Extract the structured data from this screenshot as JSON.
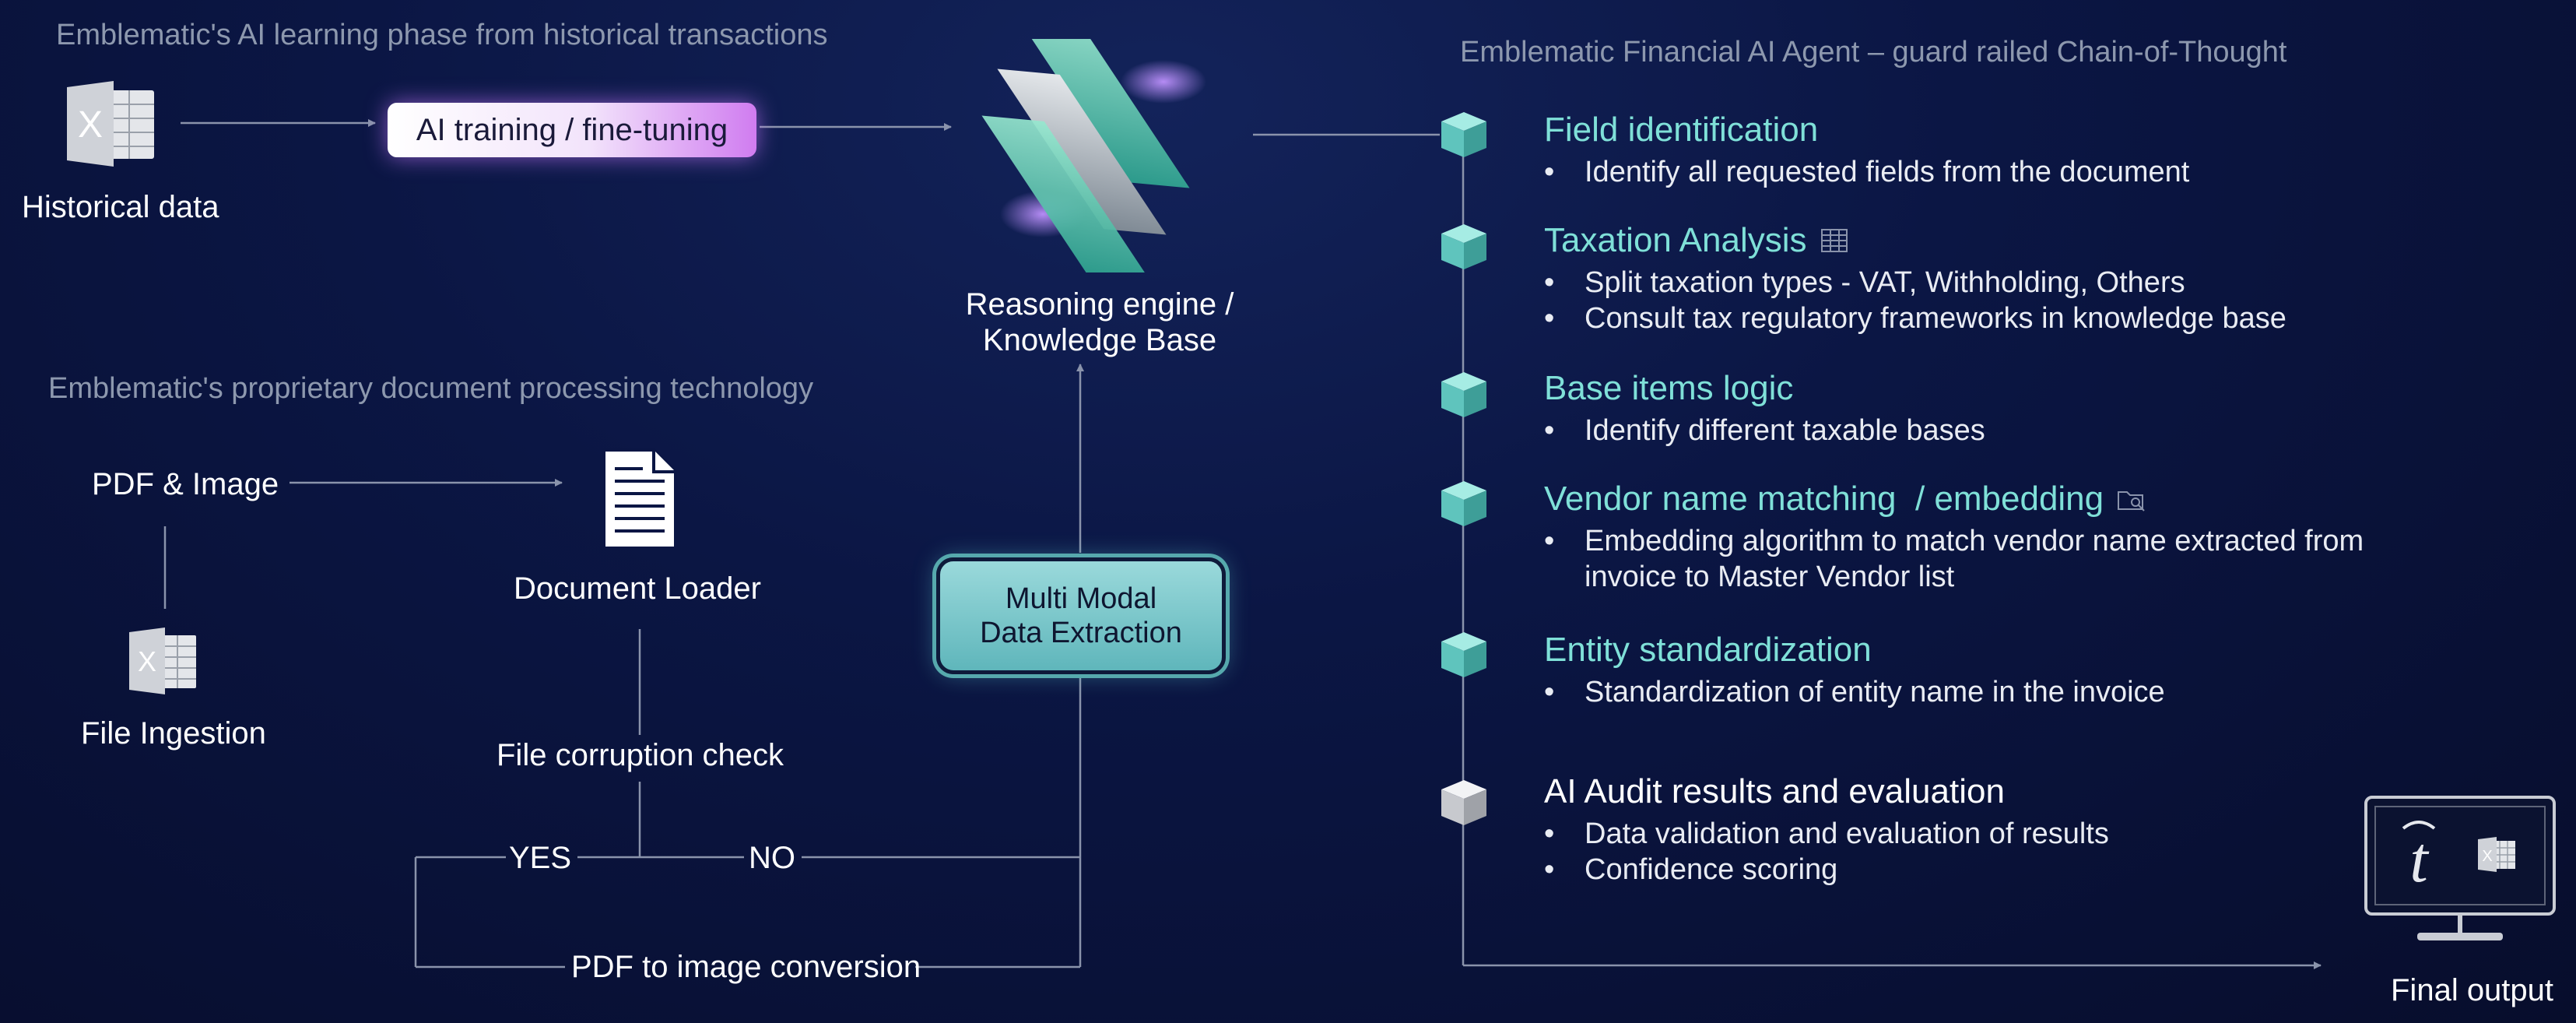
{
  "learning": {
    "title": "Emblematic's AI learning phase from historical transactions",
    "historical_label": "Historical data",
    "training_label": "AI training / fine-tuning"
  },
  "reasoning": {
    "label_line1": "Reasoning engine /",
    "label_line2": "Knowledge Base"
  },
  "processing": {
    "title": "Emblematic's proprietary document processing technology",
    "pdf_label": "PDF & Image",
    "file_ingestion_label": "File Ingestion",
    "document_loader_label": "Document Loader",
    "corruption_check_label": "File corruption check",
    "yes_label": "YES",
    "no_label": "NO",
    "pdf_conversion_label": "PDF to image conversion",
    "multimodal_line1": "Multi Modal",
    "multimodal_line2": "Data Extraction"
  },
  "agent": {
    "title": "Emblematic Financial AI Agent – guard railed Chain-of-Thought",
    "steps": [
      {
        "title": "Field identification",
        "bullets": [
          "Identify all requested fields from the document"
        ]
      },
      {
        "title": "Taxation Analysis",
        "bullets": [
          "Split taxation types - VAT, Withholding, Others",
          "Consult tax regulatory frameworks in knowledge base"
        ]
      },
      {
        "title": "Base items logic",
        "bullets": [
          "Identify different taxable bases"
        ]
      },
      {
        "title": "Vendor name matching  / embedding",
        "bullets": [
          "Embedding algorithm to match vendor name extracted from invoice to Master Vendor list"
        ]
      },
      {
        "title": "Entity standardization",
        "bullets": [
          "Standardization of entity name in the invoice"
        ]
      },
      {
        "title": "AI Audit results and evaluation",
        "bullets": [
          "Data validation and evaluation of results",
          "Confidence scoring"
        ]
      }
    ],
    "final_output_label": "Final output"
  },
  "icons": {
    "excel": "excel-icon",
    "document": "document-icon",
    "cube": "cube-icon",
    "monitor": "monitor-icon"
  },
  "colors": {
    "accent_teal": "#7fe0d8",
    "cube_teal": "#5fc4bd",
    "connector": "#8a93ab",
    "title_grey": "#8d98ae"
  }
}
